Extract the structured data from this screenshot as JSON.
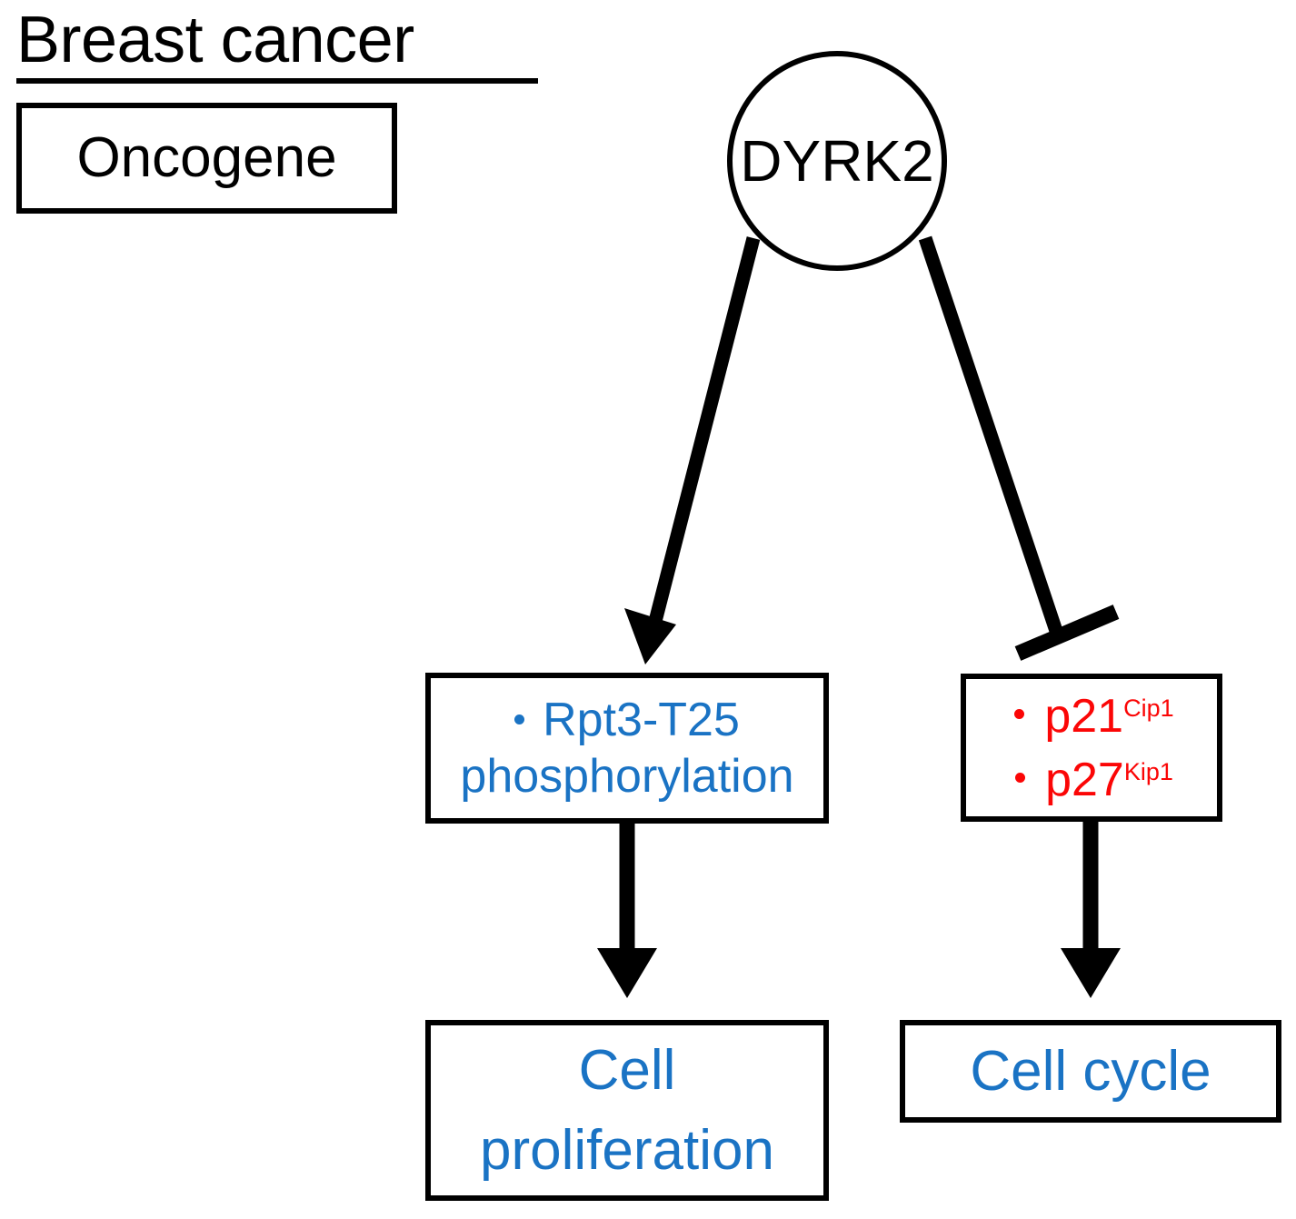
{
  "header": {
    "title": "Breast cancer",
    "classification_label": "Oncogene"
  },
  "node": {
    "name": "DYRK2",
    "shape": "circle"
  },
  "boxes": {
    "rpt3": {
      "bullet_icon": "bullet-dot-icon",
      "line1": "Rpt3-T25",
      "line2": "phosphorylation"
    },
    "cdk_inhibitors": {
      "item1_base": "p21",
      "item1_sup": "Cip1",
      "item2_base": "p27",
      "item2_sup": "Kip1"
    },
    "cell_proliferation": {
      "line1": "Cell",
      "line2": "proliferation"
    },
    "cell_cycle": {
      "line1": "Cell cycle"
    }
  },
  "edges": [
    {
      "id": "dyrk2-to-rpt3",
      "type": "activation-arrow",
      "from": "DYRK2",
      "to": "Rpt3-T25 phosphorylation"
    },
    {
      "id": "dyrk2-to-cdk-inhibitors",
      "type": "inhibition-tbar",
      "from": "DYRK2",
      "to": "p21Cip1 / p27Kip1"
    },
    {
      "id": "rpt3-to-cell-proliferation",
      "type": "activation-arrow",
      "from": "Rpt3-T25 phosphorylation",
      "to": "Cell proliferation"
    },
    {
      "id": "cdk-inhibitors-to-cell-cycle",
      "type": "activation-arrow",
      "from": "p21Cip1 / p27Kip1",
      "to": "Cell cycle"
    }
  ],
  "colors": {
    "blue": "#1a73c4",
    "red": "#fb0606",
    "stroke": "#000000",
    "background": "#ffffff"
  }
}
